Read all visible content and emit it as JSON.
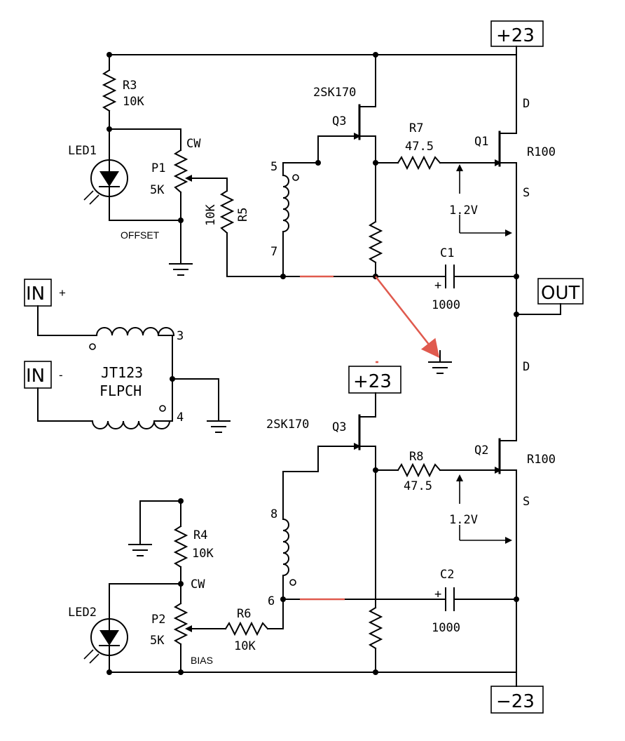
{
  "labels": {
    "supply_top": "+23",
    "supply_mid": "+23",
    "supply_bottom": "−23",
    "out": "OUT",
    "in_plus": "IN",
    "in_plus_sign": "+",
    "in_minus": "IN",
    "in_minus_sign": "-",
    "transformer_name": "JT123",
    "transformer_sub": "FLPCH",
    "pin3": "3",
    "pin4": "4",
    "pin5": "5",
    "pin6": "6",
    "pin7": "7",
    "pin8": "8",
    "r3": "R3",
    "r3_val": "10K",
    "r4": "R4",
    "r4_val": "10K",
    "r5": "R5",
    "r5_val": "10K",
    "r6": "R6",
    "r6_val": "10K",
    "r7": "R7",
    "r7_val": "47.5",
    "r8": "R8",
    "r8_val": "47.5",
    "led1": "LED1",
    "led2": "LED2",
    "p1": "P1",
    "p1_val": "5K",
    "p2": "P2",
    "p2_val": "5K",
    "cw1": "CW",
    "cw2": "CW",
    "offset": "OFFSET",
    "bias": "BIAS",
    "q3_top_part": "2SK170",
    "q3_top": "Q3",
    "q3_bot_part": "2SK170",
    "q3_bot": "Q3",
    "q1": "Q1",
    "q1_part": "R100",
    "q2": "Q2",
    "q2_part": "R100",
    "d_top": "D",
    "s_top": "S",
    "d_bot": "D",
    "s_bot": "S",
    "v_top": "1.2V",
    "v_bot": "1.2V",
    "c1": "C1",
    "c1_val": "1000",
    "c1_plus": "+",
    "c2": "C2",
    "c2_val": "1000",
    "c2_plus": "+"
  },
  "colors": {
    "wire": "#000000",
    "annotation": "#e05a4e"
  }
}
